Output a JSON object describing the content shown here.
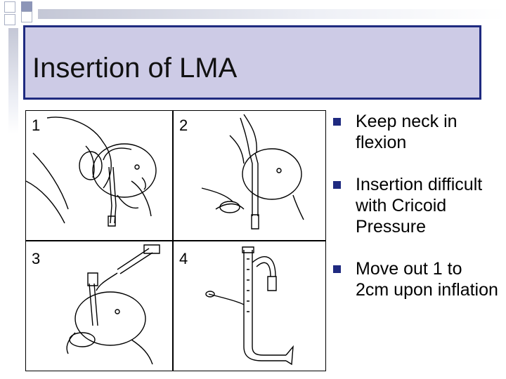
{
  "slide": {
    "title": "Insertion of LMA",
    "panels": [
      {
        "number": "1"
      },
      {
        "number": "2"
      },
      {
        "number": "3"
      },
      {
        "number": "4"
      }
    ],
    "bullets": [
      {
        "text": "Keep neck in flexion"
      },
      {
        "text": "Insertion difficult with Cricoid Pressure"
      },
      {
        "text": "Move out 1 to 2cm upon inflation"
      }
    ]
  },
  "colors": {
    "title_bg": "#cdcbe6",
    "title_border": "#1f2a80",
    "bullet_marker": "#1f2a80"
  }
}
